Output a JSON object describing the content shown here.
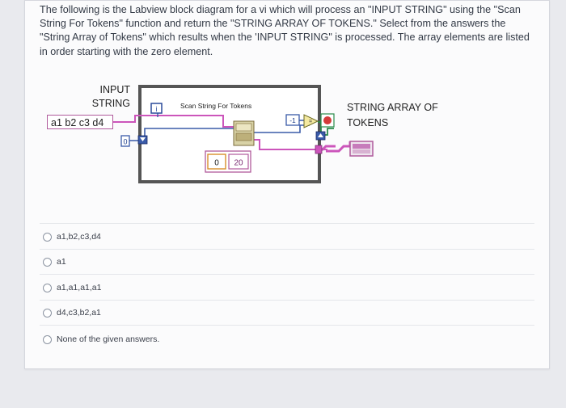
{
  "question": {
    "text": "The following is the Labview block diagram for a vi which will process an \"INPUT STRING\" using the \"Scan String For Tokens\" function and return the \"STRING ARRAY OF TOKENS.\" Select from the answers the \"String Array of Tokens\" which results when the 'INPUT STRING\" is processed. The array elements are listed in order starting with the zero element."
  },
  "diagram": {
    "input_label_line1": "INPUT",
    "input_label_line2": "STRING",
    "input_value": "a1 b2 c3 d4",
    "function_label": "Scan String For Tokens",
    "zero_constant": "0",
    "iteration_terminal": "i",
    "neg_one_constant": "-1",
    "array_index": "0",
    "array_value": "20",
    "output_label_line1": "STRING ARRAY OF",
    "output_label_line2": "TOKENS",
    "colors": {
      "string_wire": "#cc55bb",
      "numeric_wire": "#3a5ba8",
      "loop_border": "#555555"
    }
  },
  "answers": [
    {
      "label": "a1,b2,c3,d4"
    },
    {
      "label": "a1"
    },
    {
      "label": "a1,a1,a1,a1"
    },
    {
      "label": "d4,c3,b2,a1"
    },
    {
      "label": "None of the given answers."
    }
  ]
}
